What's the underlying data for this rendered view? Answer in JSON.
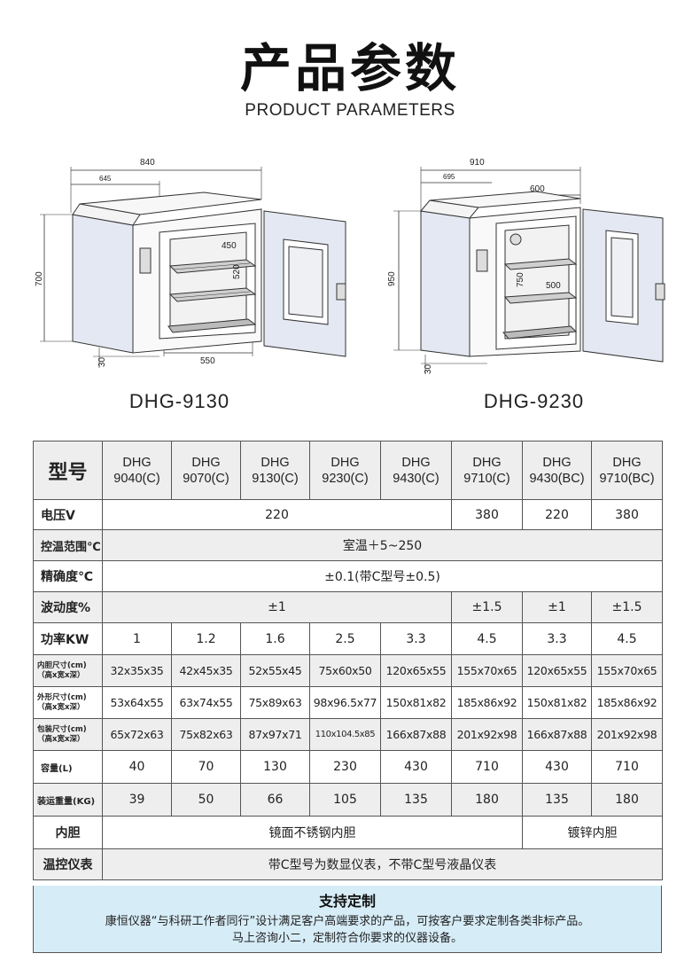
{
  "header": {
    "title_cn": "产品参数",
    "title_en": "PRODUCT PARAMETERS"
  },
  "diagrams": {
    "left": {
      "model": "DHG-9130",
      "dim_total_width": "840",
      "dim_body_width": "645",
      "dim_height": "700",
      "dim_inner_width": "550",
      "dim_inner_height": "520",
      "dim_shelf_depth": "450",
      "dim_feet": "30"
    },
    "right": {
      "model": "DHG-9230",
      "dim_total_width": "910",
      "dim_body_width": "695",
      "dim_inner_top": "600",
      "dim_height": "950",
      "dim_inner_height": "750",
      "dim_shelf_depth": "500",
      "dim_feet": "30"
    }
  },
  "table": {
    "model_label": "型号",
    "models": [
      [
        "DHG",
        "9040(C)"
      ],
      [
        "DHG",
        "9070(C)"
      ],
      [
        "DHG",
        "9130(C)"
      ],
      [
        "DHG",
        "9230(C)"
      ],
      [
        "DHG",
        "9430(C)"
      ],
      [
        "DHG",
        "9710(C)"
      ],
      [
        "DHG",
        "9430(BC)"
      ],
      [
        "DHG",
        "9710(BC)"
      ]
    ],
    "voltage": {
      "label": "电压V",
      "v1": "220",
      "v2": "380",
      "v3": "220",
      "v4": "380"
    },
    "temp_range": {
      "label": "控温范围℃",
      "value": "室温＋5~250"
    },
    "accuracy": {
      "label": "精确度℃",
      "value": "±0.1(带C型号±0.5)"
    },
    "fluctuation": {
      "label": "波动度%",
      "v1": "±1",
      "v2": "±1.5",
      "v3": "±1",
      "v4": "±1.5"
    },
    "power": {
      "label": "功率KW",
      "values": [
        "1",
        "1.2",
        "1.6",
        "2.5",
        "3.3",
        "4.5",
        "3.3",
        "4.5"
      ]
    },
    "inner_size": {
      "label1": "内胆尺寸(cm)",
      "label2": "（高x宽x深）",
      "values": [
        "32x35x35",
        "42x45x35",
        "52x55x45",
        "75x60x50",
        "120x65x55",
        "155x70x65",
        "120x65x55",
        "155x70x65"
      ]
    },
    "outer_size": {
      "label1": "外形尺寸(cm)",
      "label2": "（高x宽x深）",
      "values": [
        "53x64x55",
        "63x74x55",
        "75x89x63",
        "98x96.5x77",
        "150x81x82",
        "185x86x92",
        "150x81x82",
        "185x86x92"
      ]
    },
    "package_size": {
      "label1": "包装尺寸(cm)",
      "label2": "（高x宽x深）",
      "values": [
        "65x72x63",
        "75x82x63",
        "87x97x71",
        "110x104.5x85",
        "166x87x88",
        "201x92x98",
        "166x87x88",
        "201x92x98"
      ]
    },
    "capacity": {
      "label": "容量(L)",
      "values": [
        "40",
        "70",
        "130",
        "230",
        "430",
        "710",
        "430",
        "710"
      ]
    },
    "shipping_weight": {
      "label": "装运重量(KG)",
      "values": [
        "39",
        "50",
        "66",
        "105",
        "135",
        "180",
        "135",
        "180"
      ]
    },
    "liner": {
      "label": "内胆",
      "v1": "镜面不锈钢内胆",
      "v2": "镀锌内胆"
    },
    "controller": {
      "label": "温控仪表",
      "value": "带C型号为数显仪表，不带C型号液晶仪表"
    }
  },
  "custom": {
    "title": "支持定制",
    "line1": "康恒仪器“与科研工作者同行”设计满足客户高端要求的产品，可按客户要求定制各类非标产品。",
    "line2": "马上咨询小二，定制符合你要求的仪器设备。"
  },
  "colors": {
    "shade_row": "#eeeeee",
    "custom_bg": "#d6ecf7",
    "cabinet_panel": "#e4e8f2",
    "line": "#333333"
  }
}
